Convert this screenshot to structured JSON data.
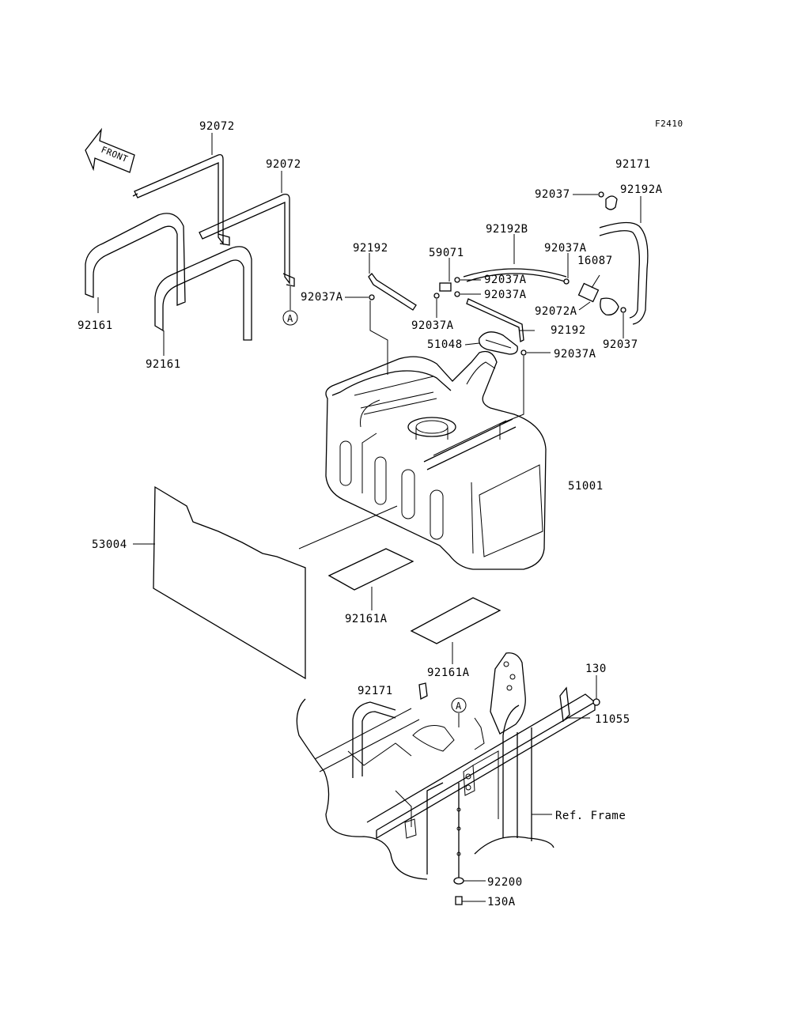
{
  "figure_id": "F2410",
  "front_arrow": "FRONT",
  "ref_marker": "A",
  "labels": {
    "p92072_a": "92072",
    "p92072_b": "92072",
    "p92171_top": "92171",
    "p92192A": "92192A",
    "p92037_top": "92037",
    "p92192B": "92192B",
    "p92192_left": "92192",
    "p59071": "59071",
    "p92037A_r": "92037A",
    "p16087": "16087",
    "p92037A_1": "92037A",
    "p92037A_2": "92037A",
    "p92037A_left": "92037A",
    "p92037A_mid": "92037A",
    "p92072A": "92072A",
    "p92192_right": "92192",
    "p92037_bot": "92037",
    "p51048": "51048",
    "p92037A_tank": "92037A",
    "p92161_a": "92161",
    "p92161_b": "92161",
    "p51001": "51001",
    "p53004": "53004",
    "p92161A_a": "92161A",
    "p92161A_b": "92161A",
    "p92171_bot": "92171",
    "p130": "130",
    "p11055": "11055",
    "p_ref_frame": "Ref. Frame",
    "p92200": "92200",
    "p130A": "130A"
  }
}
